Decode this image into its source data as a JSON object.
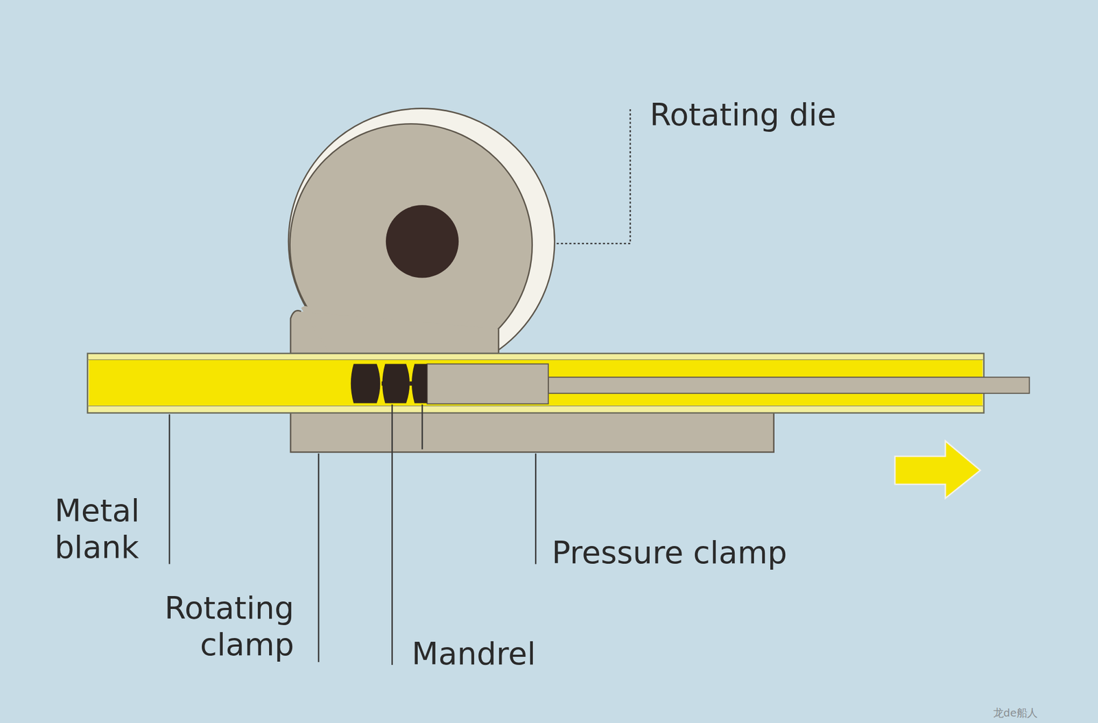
{
  "diagram": {
    "labels": [
      "Rotating die",
      "Metal blank",
      "Rotating clamp",
      "Mandrel",
      "Pressure clamp",
      "龙de船人"
    ]
  }
}
